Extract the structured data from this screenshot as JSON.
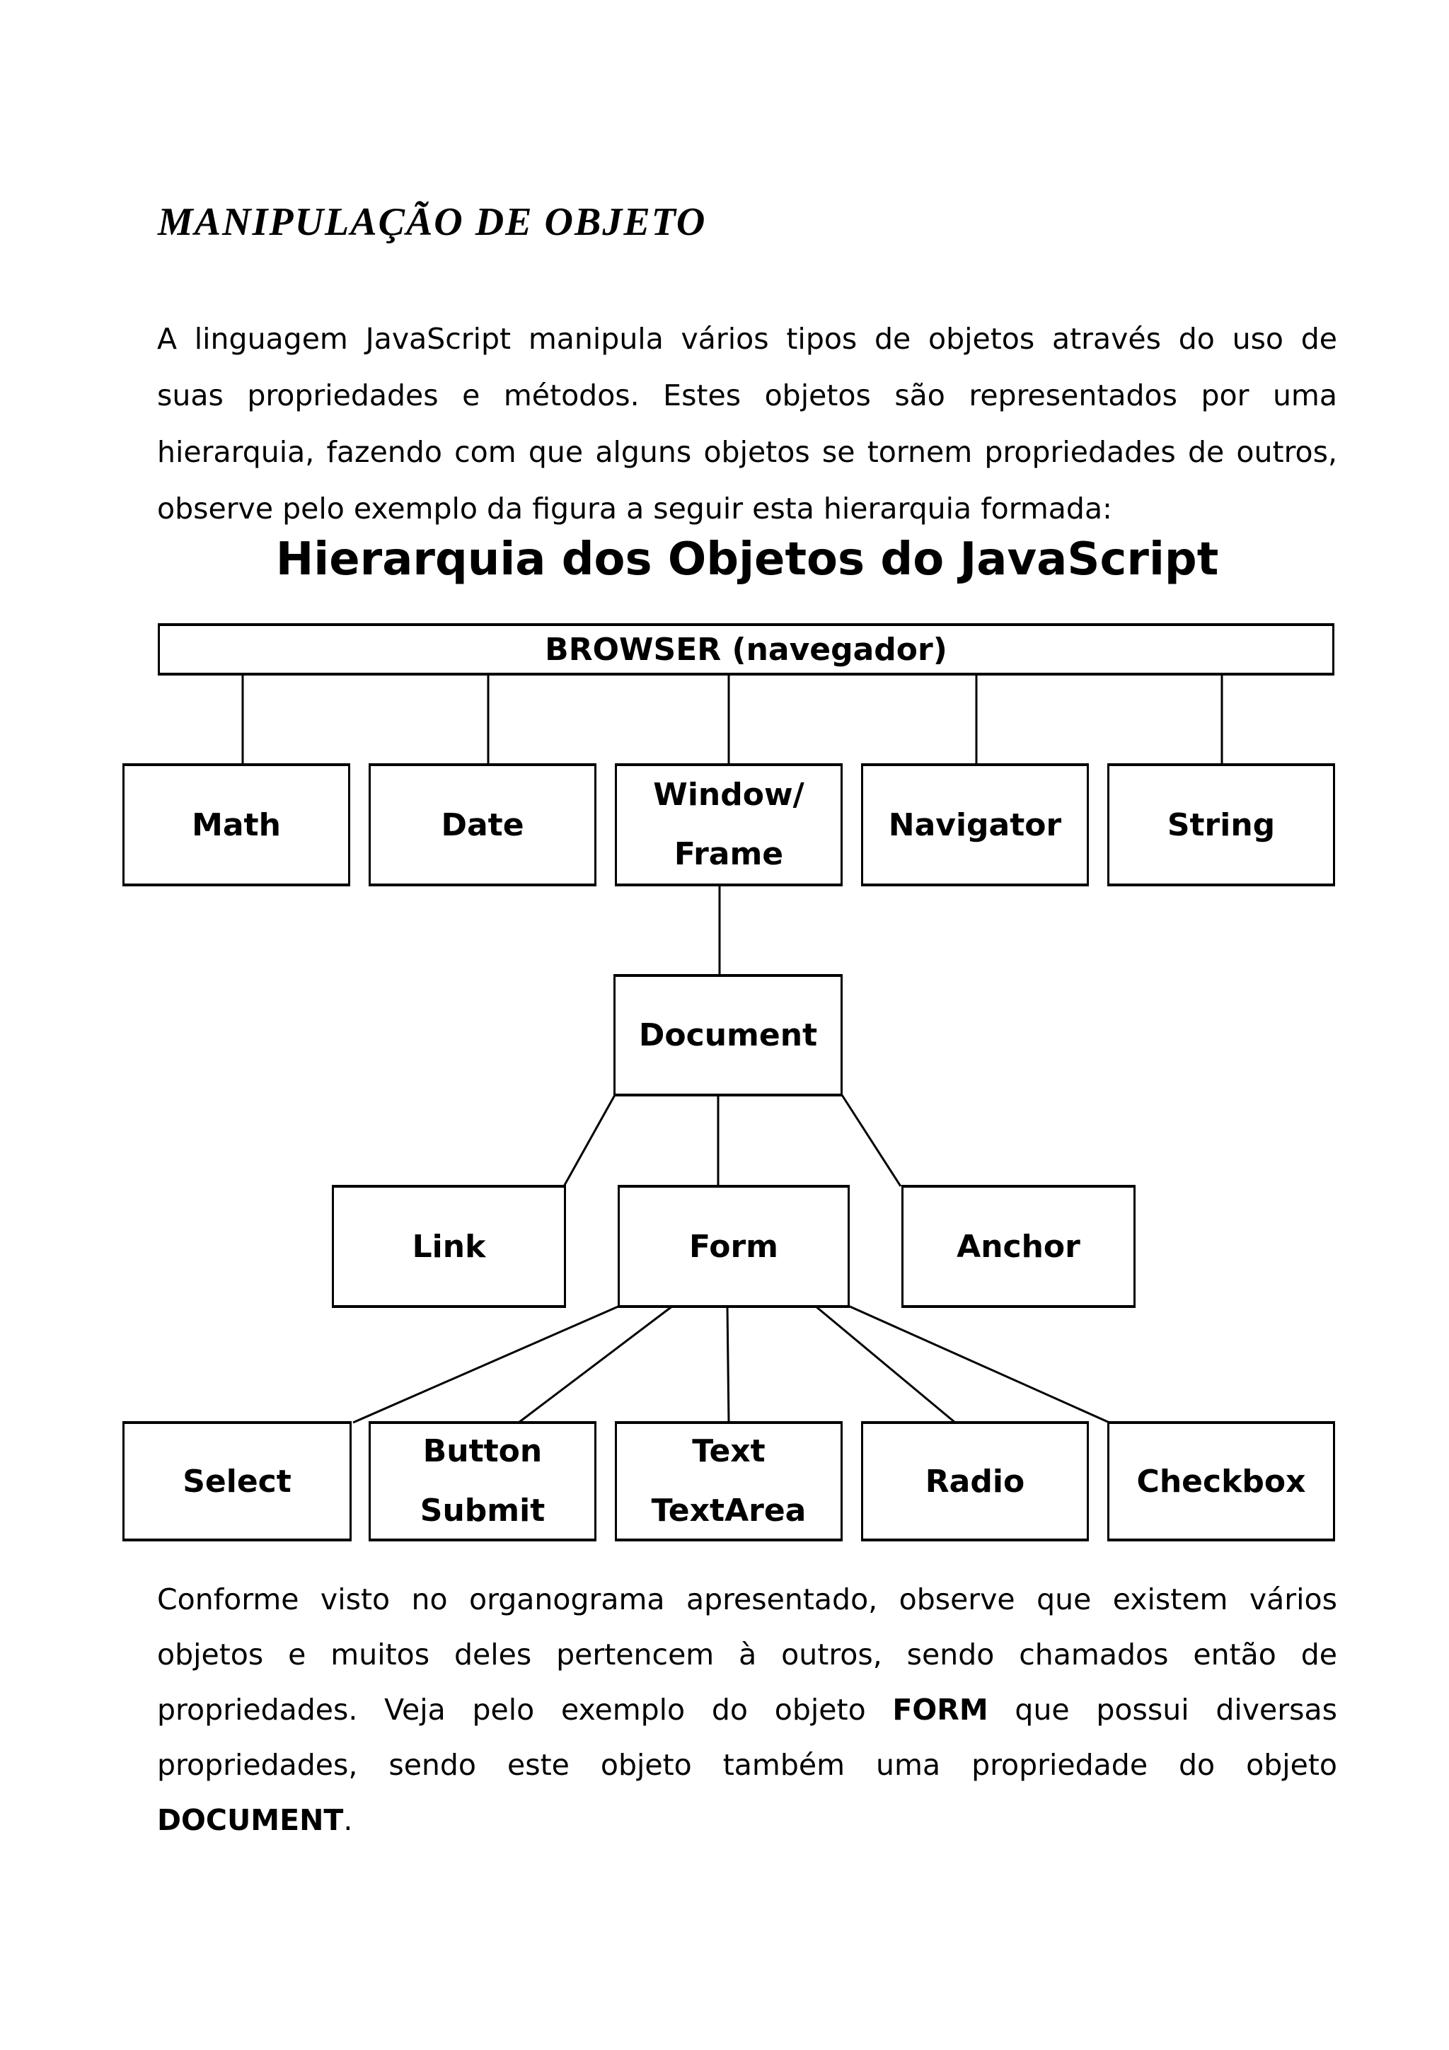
{
  "document": {
    "title": "MANIPULAÇÃO DE OBJETO",
    "diagram_heading": "Hierarquia dos Objetos do JavaScript",
    "paragraph1": {
      "lines": [
        [
          {
            "t": "A linguagem JavaScript manipula vários tipos de objetos através do uso de",
            "b": false
          }
        ],
        [
          {
            "t": "suas propriedades e métodos. Estes objetos são representados por uma",
            "b": false
          }
        ],
        [
          {
            "t": "hierarquia, fazendo com que alguns objetos se tornem propriedades de outros,",
            "b": false
          }
        ],
        [
          {
            "t": "observe pelo exemplo da figura a seguir esta hierarquia formada:",
            "b": false
          }
        ]
      ]
    },
    "paragraph2": {
      "lines": [
        [
          {
            "t": "Conforme visto no organograma apresentado, observe que existem vários",
            "b": false
          }
        ],
        [
          {
            "t": "objetos e muitos deles pertencem à outros, sendo chamados então de",
            "b": false
          }
        ],
        [
          {
            "t": "propriedades. Veja pelo exemplo do objeto ",
            "b": false
          },
          {
            "t": "FORM",
            "b": true
          },
          {
            "t": " que possui diversas",
            "b": false
          }
        ],
        [
          {
            "t": "propriedades, sendo este objeto também uma propriedade do objeto",
            "b": false
          }
        ],
        [
          {
            "t": "DOCUMENT",
            "b": true
          },
          {
            "t": ".",
            "b": false
          }
        ]
      ]
    }
  },
  "diagram": {
    "boxes": {
      "browser": {
        "label": "BROWSER (navegador)"
      },
      "math": {
        "label": "Math"
      },
      "date": {
        "label": "Date"
      },
      "window_frame": {
        "lines": [
          "Window/",
          "Frame"
        ]
      },
      "navigator": {
        "label": "Navigator"
      },
      "string": {
        "label": "String"
      },
      "document": {
        "label": "Document"
      },
      "link": {
        "label": "Link"
      },
      "form": {
        "label": "Form"
      },
      "anchor": {
        "label": "Anchor"
      },
      "select": {
        "label": "Select"
      },
      "button_submit": {
        "lines": [
          "Button",
          "Submit"
        ]
      },
      "text_textarea": {
        "lines": [
          "Text",
          "TextArea"
        ]
      },
      "radio": {
        "label": "Radio"
      },
      "checkbox": {
        "label": "Checkbox"
      }
    },
    "colors": {
      "line": "#000000",
      "box_border": "#000000",
      "background": "#ffffff",
      "text": "#000000"
    }
  }
}
